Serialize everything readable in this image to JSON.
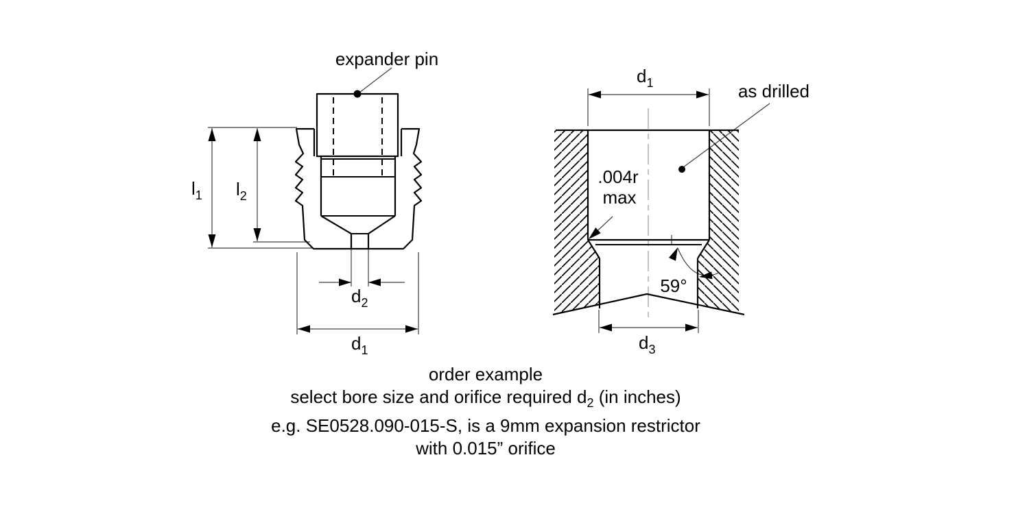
{
  "figure_left": {
    "pin_label": "expander pin",
    "dims": {
      "l1": {
        "base": "l",
        "sub": "1"
      },
      "l2": {
        "base": "l",
        "sub": "2"
      },
      "d2": {
        "base": "d",
        "sub": "2"
      },
      "d1": {
        "base": "d",
        "sub": "1"
      }
    }
  },
  "figure_right": {
    "dims": {
      "d1": {
        "base": "d",
        "sub": "1"
      },
      "d3": {
        "base": "d",
        "sub": "3"
      }
    },
    "drilled_label": "as drilled",
    "radius_note": {
      "line1": ".004r",
      "line2": "max"
    },
    "angle_label": "59°"
  },
  "notes": {
    "line1": "order example",
    "line2_pre": "select bore size and orifice required d",
    "line2_sub": "2",
    "line2_post": " (in inches)",
    "line3": "e.g. SE0528.090-015-S, is a 9mm expansion restrictor",
    "line4": "with 0.015” orifice"
  },
  "colors": {
    "line": "#000000",
    "thin": "#3c3c3c",
    "centerline": "#a8a8a8",
    "text": "#000000",
    "background": "#ffffff"
  }
}
